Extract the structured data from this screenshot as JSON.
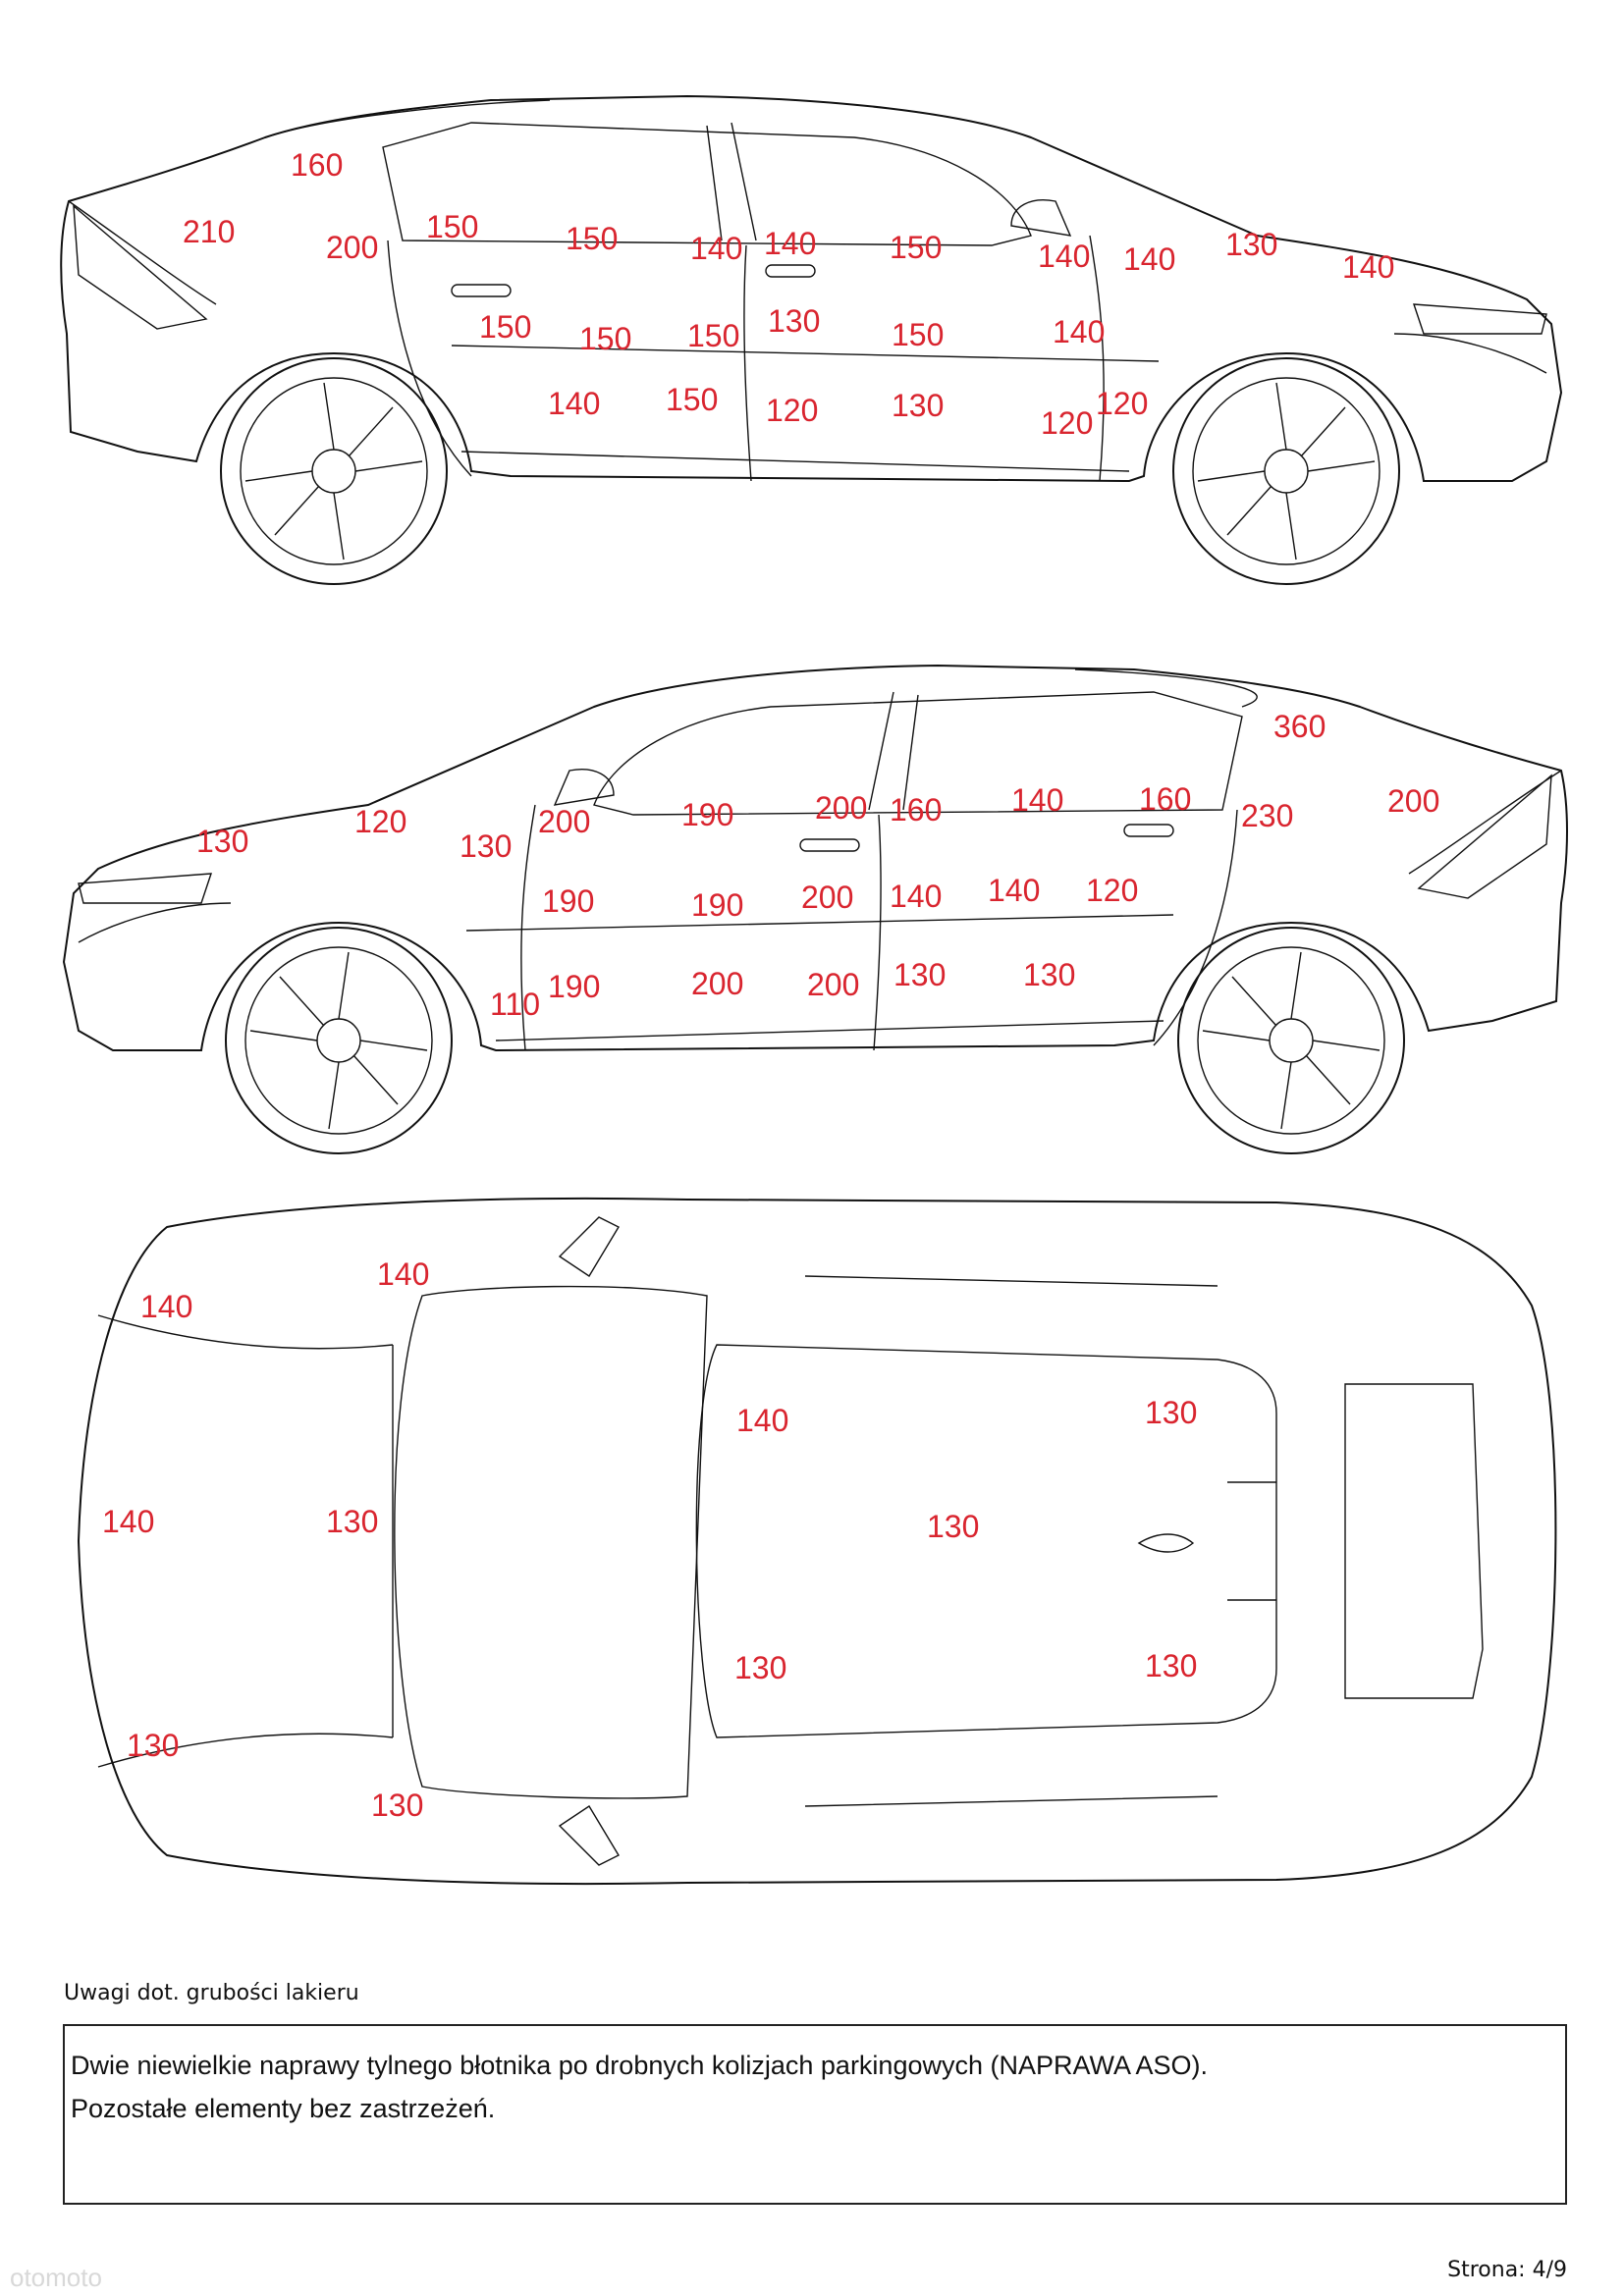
{
  "views": [
    {
      "name": "left-side",
      "readings": [
        "160",
        "210",
        "200",
        "150",
        "150",
        "140",
        "140",
        "150",
        "140",
        "140",
        "130",
        "140",
        "150",
        "150",
        "150",
        "130",
        "150",
        "140",
        "140",
        "150",
        "120",
        "130",
        "120",
        "120"
      ]
    },
    {
      "name": "right-side",
      "readings": [
        "360",
        "130",
        "120",
        "130",
        "200",
        "190",
        "200",
        "160",
        "140",
        "160",
        "230",
        "200",
        "190",
        "190",
        "200",
        "140",
        "140",
        "120",
        "110",
        "190",
        "200",
        "200",
        "130",
        "130"
      ]
    },
    {
      "name": "top",
      "readings": [
        "140",
        "140",
        "140",
        "130",
        "140",
        "130",
        "130",
        "130",
        "130",
        "130",
        "130"
      ]
    }
  ],
  "notes": {
    "label": "Uwagi dot. grubości lakieru",
    "lines": [
      "Dwie niewielkie naprawy tylnego błotnika po drobnych kolizjach parkingowych (NAPRAWA ASO).",
      "Pozostałe elementy bez zastrzeżeń."
    ]
  },
  "footer": {
    "page": "Strona: 4/9"
  },
  "watermark": "otomoto",
  "reading_color": "#d9252f"
}
